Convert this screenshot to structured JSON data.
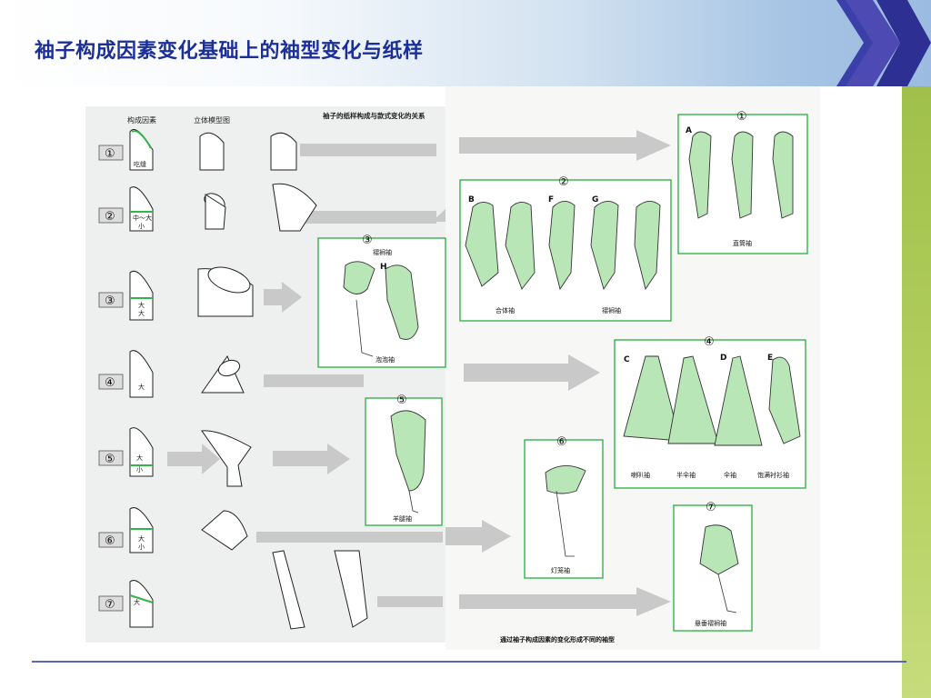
{
  "slide": {
    "title": "袖子构成因素变化基础上的袖型变化与纸样"
  },
  "left_table": {
    "col_headers": [
      "构成因素",
      "立体模型图"
    ],
    "header_title": "袖子的纸样构成与款式变化的关系",
    "rows": [
      {
        "num": "①",
        "label": "吃缝"
      },
      {
        "num": "②",
        "label": "中～大\n小"
      },
      {
        "num": "③",
        "label": "大\n大"
      },
      {
        "num": "④",
        "label": "大"
      },
      {
        "num": "⑤",
        "label": "大\n小"
      },
      {
        "num": "⑥",
        "label": "大\n小"
      },
      {
        "num": "⑦",
        "label": "大"
      }
    ]
  },
  "boxes": [
    {
      "num": "①",
      "letters": [
        "A"
      ],
      "captions": [
        "直筒袖"
      ]
    },
    {
      "num": "②",
      "letters": [
        "B",
        "F",
        "G"
      ],
      "captions": [
        "合体袖",
        "褶裥袖"
      ]
    },
    {
      "num": "③",
      "letters": [
        "H"
      ],
      "captions": [
        "褶裥袖",
        "泡泡袖"
      ]
    },
    {
      "num": "④",
      "letters": [
        "C",
        "D",
        "E"
      ],
      "captions": [
        "喇叭袖",
        "半伞袖",
        "伞袖",
        "饱满衬衫袖"
      ]
    },
    {
      "num": "⑤",
      "letters": [],
      "captions": [
        "羊腿袖"
      ]
    },
    {
      "num": "⑥",
      "letters": [],
      "captions": [
        "灯笼袖"
      ]
    },
    {
      "num": "⑦",
      "letters": [],
      "captions": [
        "悬垂褶裥袖"
      ]
    }
  ],
  "footer_caption": "通过袖子构成因素的变化形成不同的袖型",
  "colors": {
    "title": "#1b2f96",
    "box_border": "#33b54a",
    "sleeve_fill": "#b9e6b7",
    "arrow": "#b5b5b5",
    "right_bar": "#9fc04a",
    "bottom_rule": "#5967b0"
  }
}
